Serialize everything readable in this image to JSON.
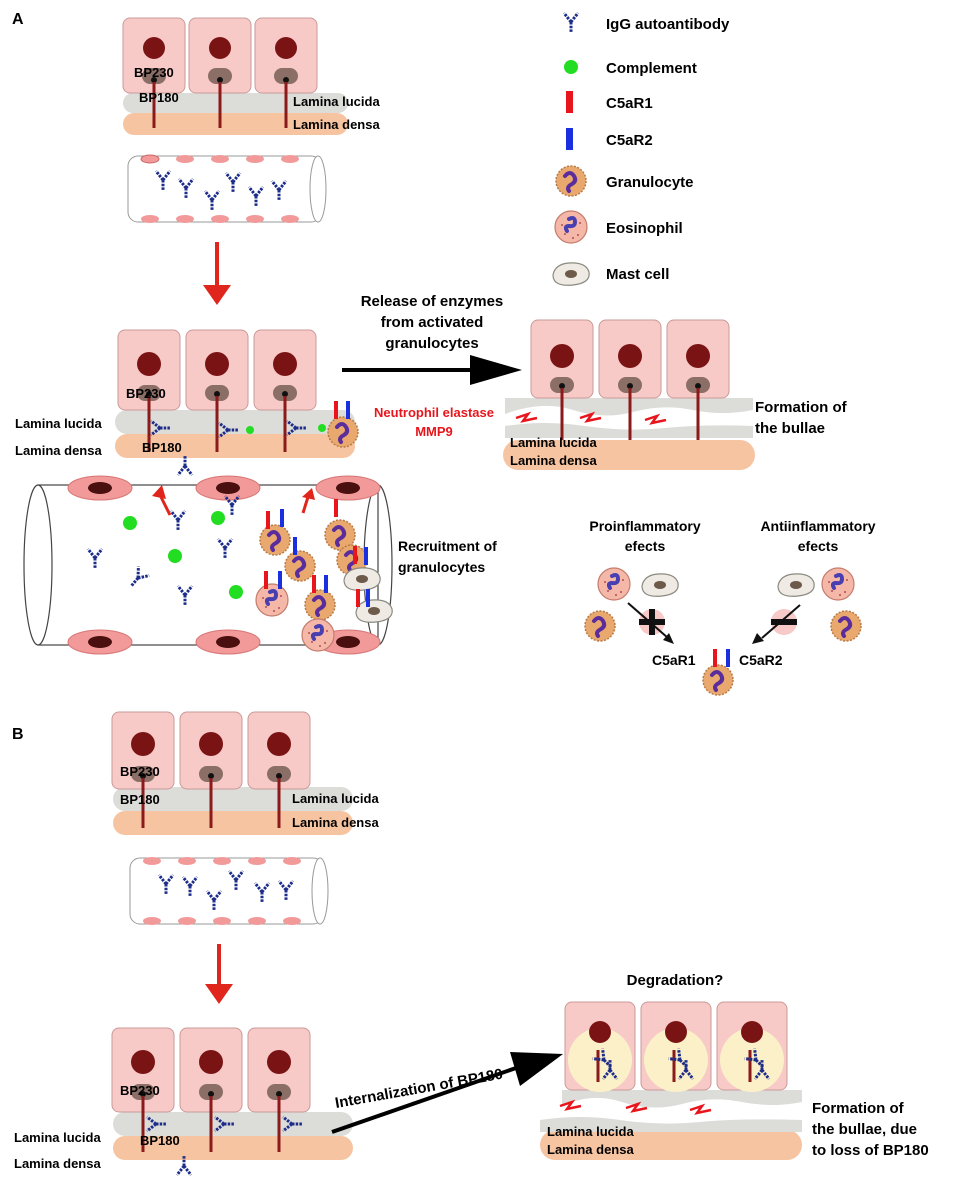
{
  "panels": {
    "a": "A",
    "b": "B"
  },
  "legend": {
    "igg": "IgG autoantibody",
    "complement": "Complement",
    "c5ar1": "C5aR1",
    "c5ar2": "C5aR2",
    "granulocyte": "Granulocyte",
    "eosinophil": "Eosinophil",
    "mast": "Mast cell"
  },
  "labels": {
    "bp230": "BP230",
    "bp180": "BP180",
    "lucida": "Lamina lucida",
    "densa": "Lamina densa"
  },
  "section_a": {
    "release_1": "Release of enzymes",
    "release_2": "from activated",
    "release_3": "granulocytes",
    "enzyme_1": "Neutrophil elastase",
    "enzyme_2": "MMP9",
    "bullae_1": "Formation of",
    "bullae_2": "the bullae",
    "recruit_1": "Recruitment of",
    "recruit_2": "granulocytes",
    "pro_1": "Proinflammatory",
    "pro_2": "efects",
    "anti_1": "Antiinflammatory",
    "anti_2": "efects"
  },
  "section_b": {
    "internalization": "Internalization of BP180",
    "degradation": "Degradation?",
    "bullae_1": "Formation of",
    "bullae_2": "the bullae, due",
    "bullae_3": "to loss of BP180"
  },
  "colors": {
    "cell": "#f7c9c7",
    "nucleus": "#7a1414",
    "lucida": "#dcdcd8",
    "densa": "#f7c4a2",
    "antibody": "#1d2d8a",
    "complement": "#22dd22",
    "c5ar1": "#e8161c",
    "c5ar2": "#1a2fe0",
    "arrow_red": "#e0261c"
  }
}
